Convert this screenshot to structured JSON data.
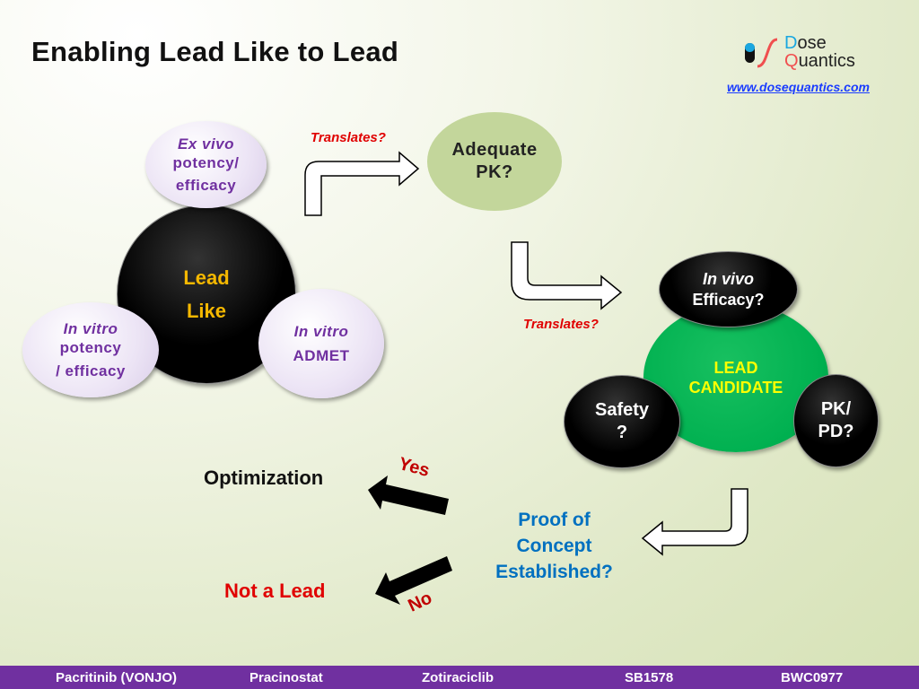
{
  "title": "Enabling Lead Like to Lead",
  "logo": {
    "line1_initial": "D",
    "line1_rest": "ose",
    "line2_initial": "Q",
    "line2_rest": "uantics",
    "url": "www.dosequantics.com"
  },
  "lead_like": {
    "center": [
      "Lead",
      "Like"
    ],
    "ex_vivo": {
      "italic": "Ex vivo",
      "line2": "potency/",
      "line3": "efficacy"
    },
    "in_vitro_potency": {
      "italic": "In vitro",
      "line2": "potency",
      "line3": "/ efficacy"
    },
    "in_vitro_admet": {
      "italic": "In vitro",
      "line2": "ADMET"
    }
  },
  "translates_1": "Translates?",
  "translates_2": "Translates?",
  "adequate_pk": [
    "Adequate",
    "PK?"
  ],
  "lead_candidate": {
    "center": [
      "LEAD",
      "CANDIDATE"
    ],
    "in_vivo": {
      "italic": "In vivo",
      "line2": "Efficacy?"
    },
    "safety": [
      "Safety",
      "?"
    ],
    "pkpd": [
      "PK/",
      "PD?"
    ]
  },
  "proof_of_concept": [
    "Proof of",
    "Concept",
    "Established?"
  ],
  "yes": "Yes",
  "no": "No",
  "optimization": "Optimization",
  "not_a_lead": "Not a Lead",
  "footer": [
    "Pacritinib (VONJO)",
    "Pracinostat",
    "Zotiraciclib",
    "SB1578",
    "BWC0977"
  ],
  "colors": {
    "purple": "#7030a0",
    "green": "#00b050",
    "blue": "#0070c0",
    "red": "#e00000",
    "pk_green": "#c3d69b"
  }
}
